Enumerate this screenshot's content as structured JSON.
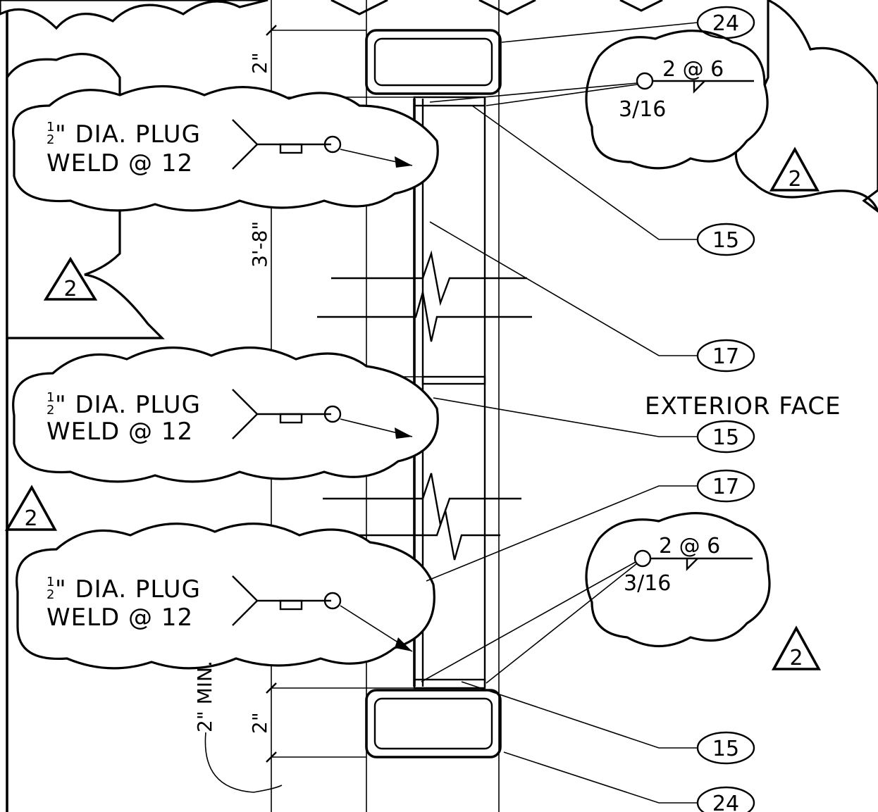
{
  "plug_weld_notes": [
    {
      "fraction_num": "1",
      "fraction_den": "2",
      "line1": "\" DIA. PLUG",
      "line2": "WELD @ 12"
    },
    {
      "fraction_num": "1",
      "fraction_den": "2",
      "line1": "\" DIA. PLUG",
      "line2": "WELD @ 12"
    },
    {
      "fraction_num": "1",
      "fraction_den": "2",
      "line1": "\" DIA. PLUG",
      "line2": "WELD @ 12"
    }
  ],
  "fillet_weld_notes": [
    {
      "pitch": "2 @ 6",
      "size": "3/16"
    },
    {
      "pitch": "2 @ 6",
      "size": "3/16"
    }
  ],
  "part_callouts": [
    "24",
    "15",
    "17",
    "15",
    "17",
    "15",
    "24"
  ],
  "revision_tags": [
    "2",
    "2",
    "2",
    "2"
  ],
  "dimensions": {
    "top_gap": "2\"",
    "span": "3'-8\"",
    "bottom_gap": "2\"",
    "min_gap": "2\" MIN."
  },
  "exterior_face_label": "EXTERIOR FACE"
}
